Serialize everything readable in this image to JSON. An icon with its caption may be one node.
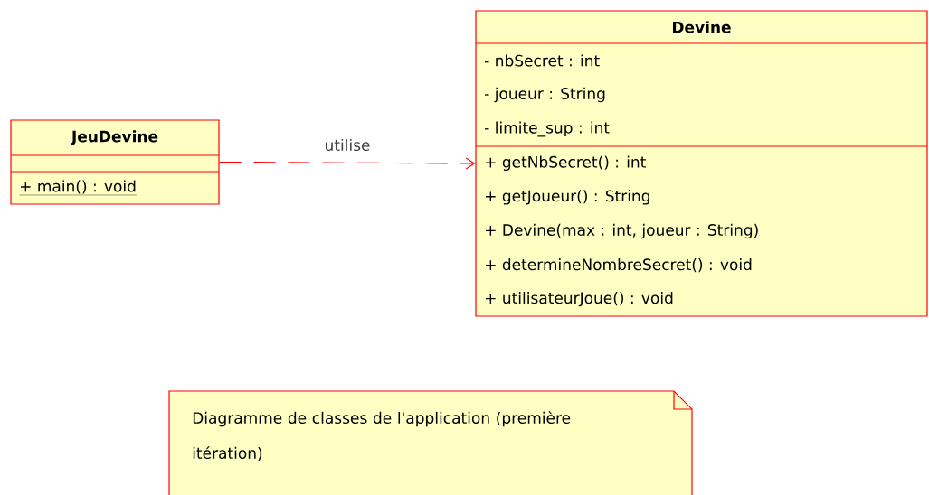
{
  "diagram": {
    "nodes": [
      {
        "text": [
          "JeuDevine",
          "+ main() : void"
        ]
      },
      {
        "text": [
          "Devine",
          "- nbSecret : int",
          "- joueur : String",
          "- limite_sup : int",
          "+ getNbSecret() : int",
          "+ getJoueur() : String",
          "+ Devine(max : int, joueur : String)",
          "+ determineNombreSecret() : void",
          "+ utilisateurJoue() : void"
        ]
      },
      {
        "text": [
          "Diagramme de classes de l'application (première itération)"
        ]
      }
    ],
    "edges": [
      {
        "from": 0,
        "to": 1,
        "arrow": "to",
        "style": "dashed",
        "label": "utilise"
      }
    ]
  }
}
